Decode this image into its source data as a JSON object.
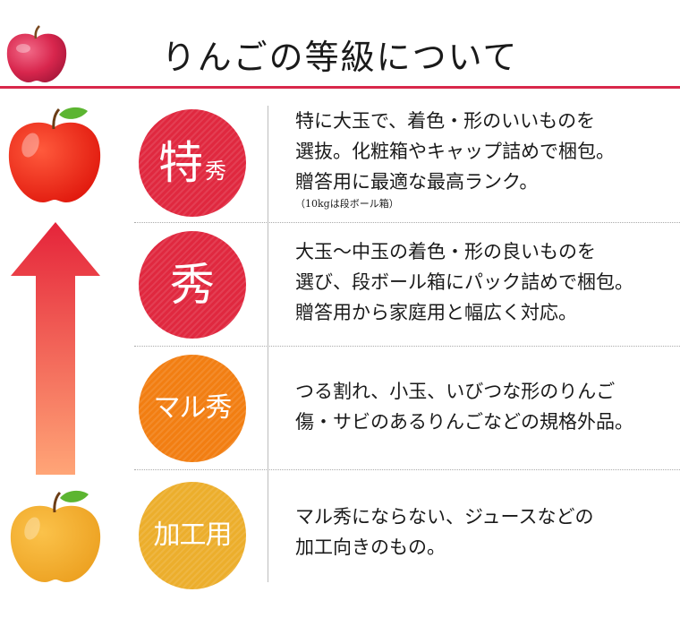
{
  "header": {
    "title": "りんごの等級について",
    "rule_color": "#d9274a"
  },
  "grades": [
    {
      "badge_main": "特",
      "badge_sub": "秀",
      "color": "#e0283f",
      "lines": [
        "特に大玉で、着色・形のいいものを",
        "選抜。化粧箱やキャップ詰めで梱包。",
        "贈答用に最適な最高ランク。"
      ],
      "note": "（10kgは段ボール箱）"
    },
    {
      "badge_main": "秀",
      "color": "#e0283f",
      "lines": [
        "大玉〜中玉の着色・形の良いものを",
        "選び、段ボール箱にパック詰めで梱包。",
        "贈答用から家庭用と幅広く対応。"
      ]
    },
    {
      "badge_main": "マル秀",
      "color": "#f27e12",
      "lines": [
        "つる割れ、小玉、いびつな形のりんご",
        "傷・サビのあるりんごなどの規格外品。"
      ]
    },
    {
      "badge_main": "加工用",
      "color": "#ecae2c",
      "lines": [
        "マル秀にならない、ジュースなどの",
        "加工向きのもの。"
      ]
    }
  ],
  "icons": {
    "header_apple": "pink-apple-icon",
    "top_apple": "red-apple-icon",
    "arrow": "up-arrow-gradient-icon",
    "bottom_apple": "yellow-apple-icon"
  }
}
